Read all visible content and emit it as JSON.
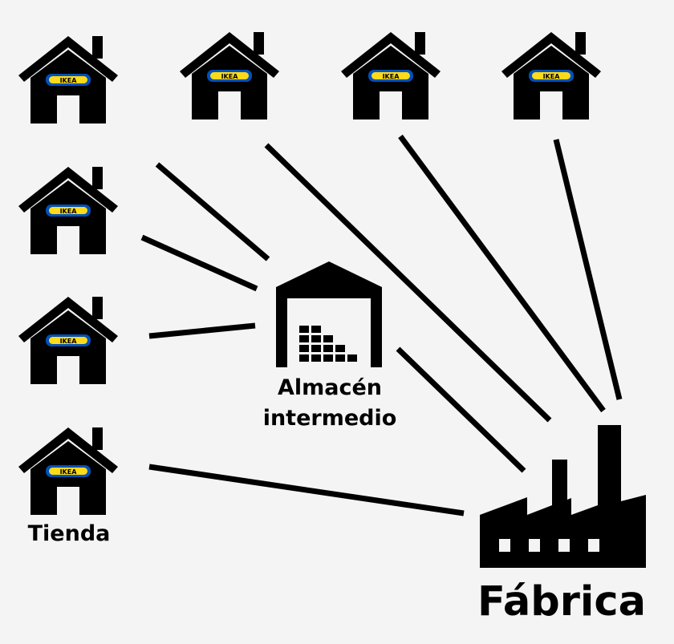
{
  "colors": {
    "background": "#f4f4f4",
    "ink": "#000000",
    "logo_blue": "#0051ba",
    "logo_yellow": "#ffda1a"
  },
  "store": {
    "logo_text": "IKEA",
    "icon": "house-icon"
  },
  "labels": {
    "store": "Tienda",
    "warehouse_line1": "Almacén",
    "warehouse_line2": "intermedio",
    "factory": "Fábrica"
  },
  "warehouse": {
    "icon": "warehouse-icon"
  },
  "factory": {
    "icon": "factory-icon"
  }
}
